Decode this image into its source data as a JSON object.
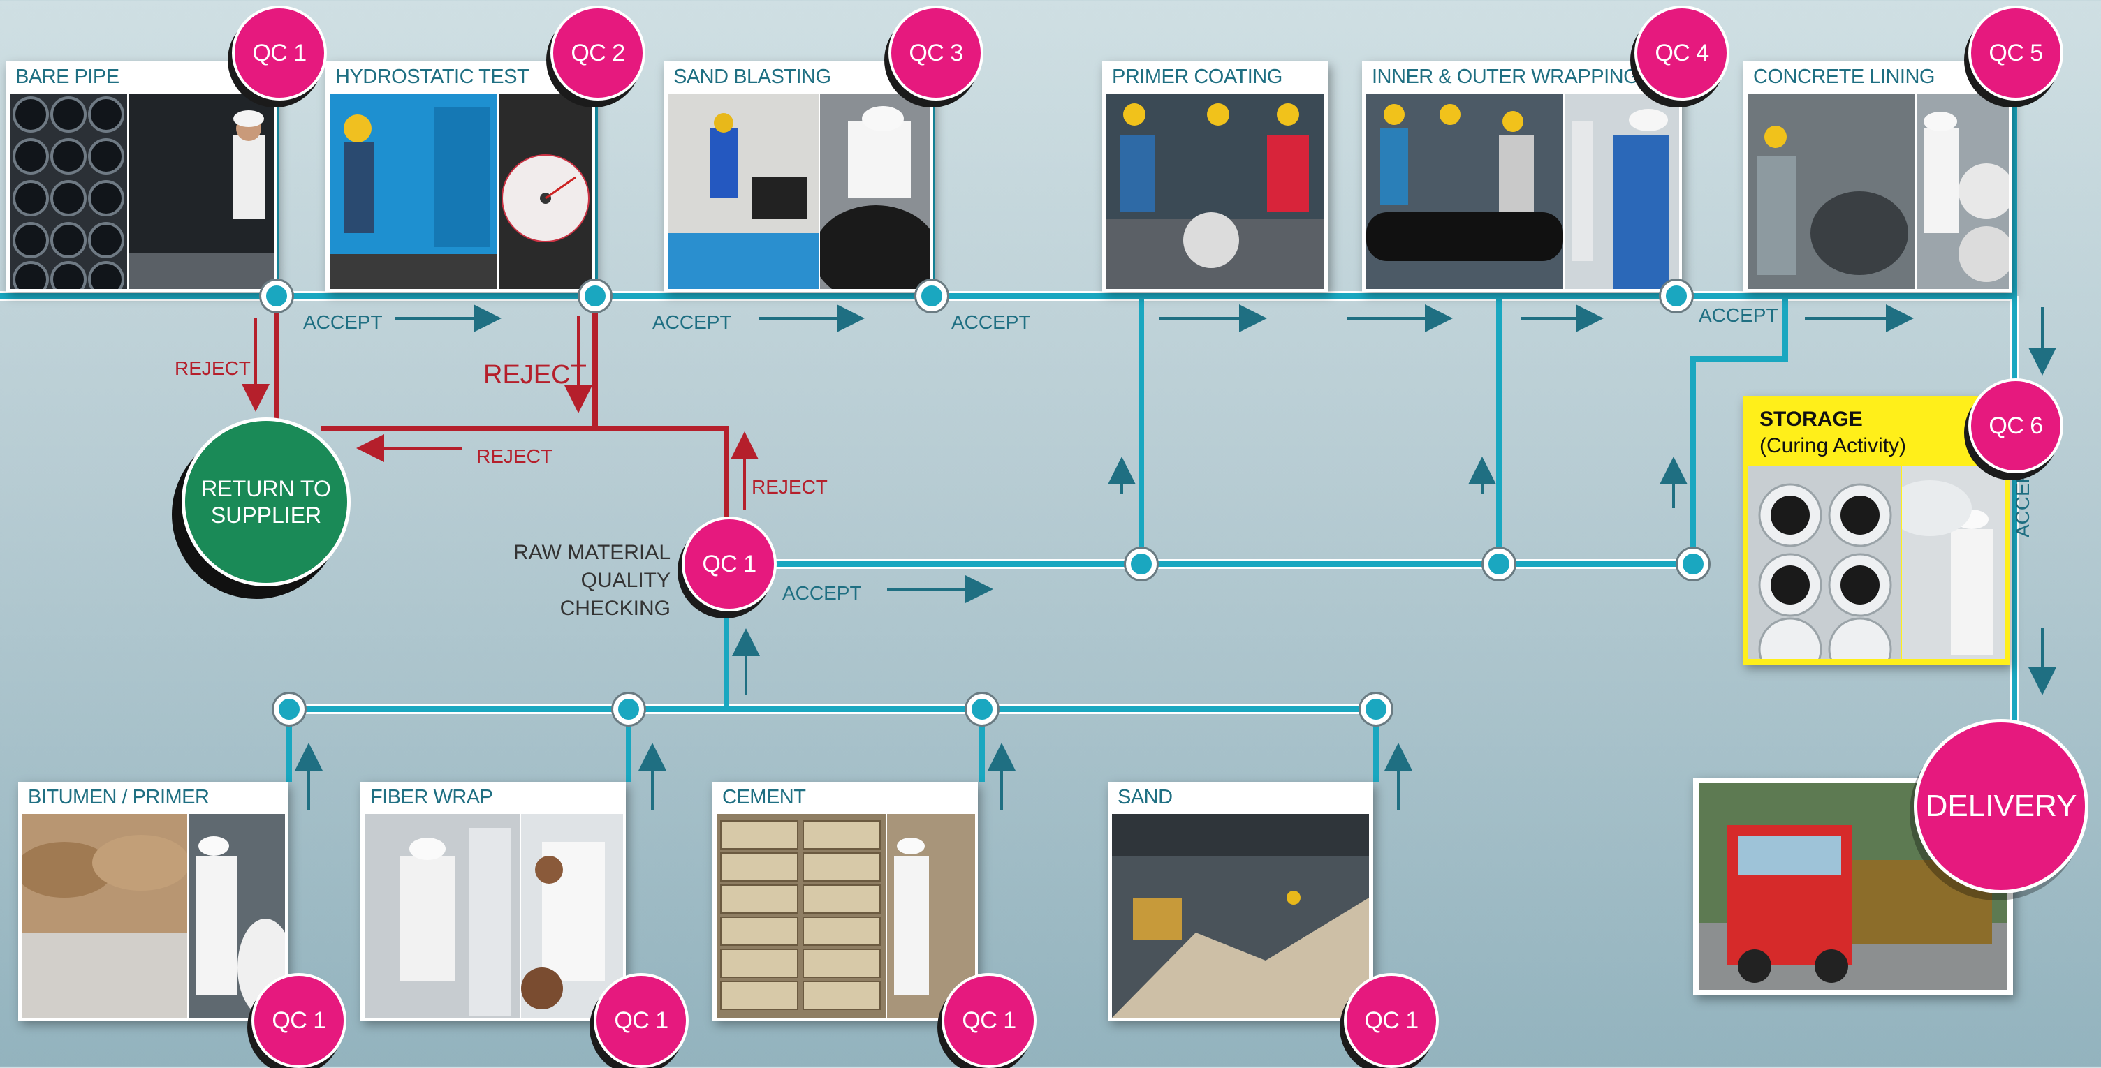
{
  "stages": {
    "bare_pipe": {
      "title": "BARE PIPE",
      "qc": "QC 1"
    },
    "hydrostatic": {
      "title": "HYDROSTATIC TEST",
      "qc": "QC 2"
    },
    "sand_blasting": {
      "title": "SAND BLASTING",
      "qc": "QC 3"
    },
    "primer": {
      "title": "PRIMER COATING"
    },
    "wrapping": {
      "title": "INNER & OUTER WRAPPING",
      "qc": "QC 4"
    },
    "concrete": {
      "title": "CONCRETE LINING",
      "qc": "QC 5"
    }
  },
  "materials": {
    "bitumen": {
      "title": "BITUMEN / PRIMER",
      "qc": "QC 1"
    },
    "fiber": {
      "title": "FIBER WRAP",
      "qc": "QC 1"
    },
    "cement": {
      "title": "CEMENT",
      "qc": "QC 1"
    },
    "sand": {
      "title": "SAND",
      "qc": "QC 1"
    }
  },
  "raw_material": {
    "label_line1": "RAW MATERIAL",
    "label_line2": "QUALITY CHECKING",
    "qc": "QC 1"
  },
  "return_to_supplier": {
    "line1": "RETURN TO",
    "line2": "SUPPLIER"
  },
  "storage": {
    "title_line1": "STORAGE",
    "title_line2": "(Curing Activity)",
    "qc": "QC 6"
  },
  "delivery": {
    "label": "DELIVERY"
  },
  "labels": {
    "accept": "ACCEPT",
    "reject": "REJECT"
  },
  "colors": {
    "flow": "#1aa7c0",
    "reject": "#b51f2b",
    "qc_badge": "#e6197e",
    "return": "#1a8a57",
    "storage": "#ffef1a"
  }
}
